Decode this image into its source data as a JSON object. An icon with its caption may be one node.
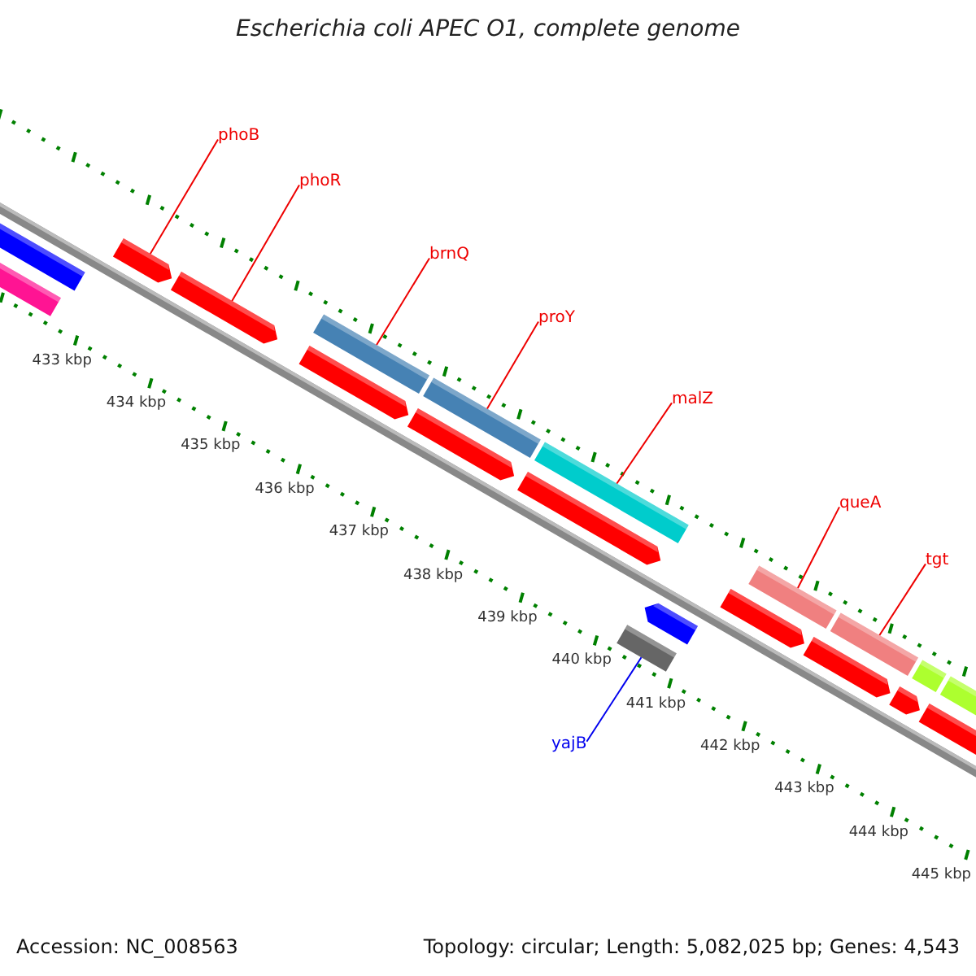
{
  "diagram": {
    "title": "Escherichia coli APEC O1, complete genome",
    "nodes": [
      {
        "text": [
          "phoB"
        ]
      },
      {
        "text": [
          "phoR"
        ]
      },
      {
        "text": [
          "brnQ"
        ]
      },
      {
        "text": [
          "proY"
        ]
      },
      {
        "text": [
          "malZ"
        ]
      },
      {
        "text": [
          "queA"
        ]
      },
      {
        "text": [
          "tgt"
        ]
      },
      {
        "text": [
          "yajB"
        ]
      },
      {
        "text": [],
        "shape": "bar"
      },
      {
        "text": [],
        "shape": "bar"
      },
      {
        "text": [],
        "shape": "pentagon"
      },
      {
        "text": [],
        "shape": "pentagon"
      },
      {
        "text": [],
        "shape": "bar"
      },
      {
        "text": [],
        "shape": "pentagon"
      },
      {
        "text": [],
        "shape": "bar"
      },
      {
        "text": [],
        "shape": "pentagon"
      },
      {
        "text": [],
        "shape": "bar"
      },
      {
        "text": [],
        "shape": "pentagon"
      },
      {
        "text": [],
        "shape": "pentagon"
      },
      {
        "text": [],
        "shape": "bar"
      },
      {
        "text": [],
        "shape": "pentagon"
      },
      {
        "text": [],
        "shape": "bar"
      },
      {
        "text": [],
        "shape": "bar"
      },
      {
        "text": [],
        "shape": "pentagon"
      },
      {
        "text": [],
        "shape": "pentagon"
      },
      {
        "text": [],
        "shape": "bar"
      },
      {
        "text": [],
        "shape": "bar"
      },
      {
        "text": [],
        "shape": "pentagon"
      }
    ],
    "edges": [
      {
        "from": 0,
        "to": 10,
        "arrow": "none"
      },
      {
        "from": 1,
        "to": 11,
        "arrow": "none"
      },
      {
        "from": 2,
        "to": 12,
        "arrow": "none"
      },
      {
        "from": 3,
        "to": 14,
        "arrow": "none"
      },
      {
        "from": 4,
        "to": 16,
        "arrow": "none"
      },
      {
        "from": 5,
        "to": 21,
        "arrow": "none"
      },
      {
        "from": 6,
        "to": 22,
        "arrow": "none"
      },
      {
        "from": 7,
        "to": 19,
        "arrow": "none",
        "color": "#0000ee"
      }
    ],
    "labels": [
      "433 kbp",
      "434 kbp",
      "435 kbp",
      "436 kbp",
      "437 kbp",
      "438 kbp",
      "439 kbp",
      "440 kbp",
      "441 kbp",
      "442 kbp",
      "443 kbp",
      "444 kbp",
      "445 kbp",
      "Accession: NC_008563",
      "Topology: circular; Length: 5,082,025 bp; Genes: 4,543"
    ]
  }
}
